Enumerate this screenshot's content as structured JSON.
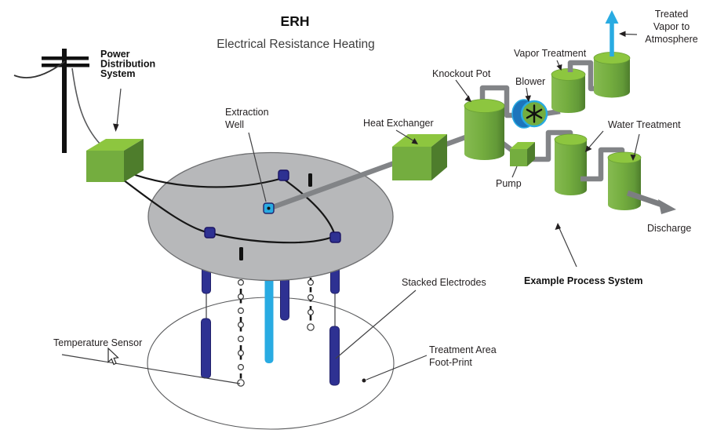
{
  "diagram": {
    "title": "ERH",
    "subtitle": "Electrical Resistance Heating",
    "labels": {
      "power_distribution": {
        "line1": "Power",
        "line2": "Distribution",
        "line3": "System"
      },
      "extraction_well": {
        "line1": "Extraction",
        "line2": "Well"
      },
      "heat_exchanger": "Heat Exchanger",
      "knockout_pot": "Knockout Pot",
      "blower": "Blower",
      "vapor_treatment": "Vapor Treatment",
      "treated_vapor": {
        "line1": "Treated",
        "line2": "Vapor to",
        "line3": "Atmosphere"
      },
      "water_treatment": "Water Treatment",
      "pump": "Pump",
      "discharge": "Discharge",
      "example_process_system": "Example Process System",
      "stacked_electrodes": "Stacked Electrodes",
      "temperature_sensor": "Temperature Sensor",
      "treatment_area": {
        "line1": "Treatment Area",
        "line2": "Foot-Print"
      }
    },
    "colors": {
      "green": "#76b043",
      "green_light": "#8dc63f",
      "green_dark": "#4e7d2c",
      "navy": "#2e3192",
      "cyan": "#29abe2",
      "blower_blue": "#1c75bc",
      "pipe_gray": "#828487",
      "surface_gray": "#b7b8ba"
    }
  }
}
